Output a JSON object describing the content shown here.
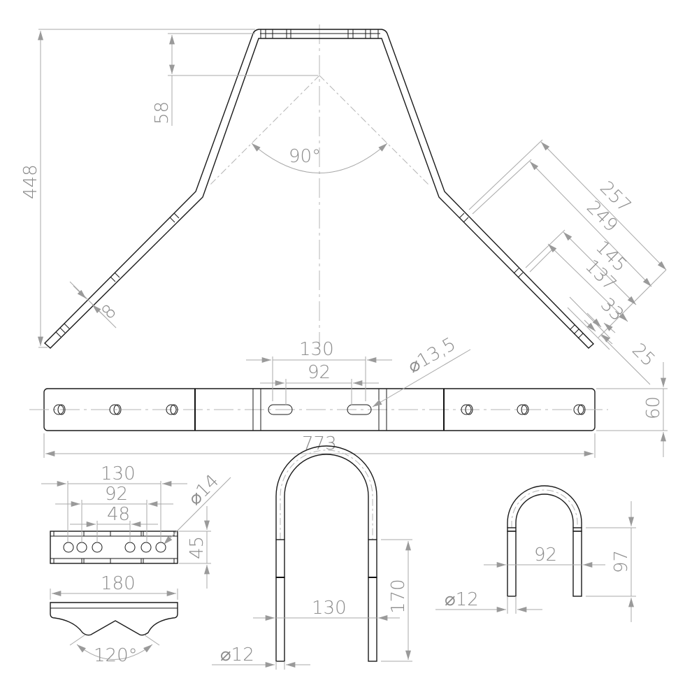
{
  "drawing": {
    "type": "technical drawing",
    "background": "#ffffff",
    "line_color": "#1a1a1a",
    "dimension_color": "#8c8c8c"
  },
  "views": {
    "bent_bracket": {
      "dims": {
        "overall_height": "448",
        "top_offset": "58",
        "bend_angle": "90°",
        "thickness": "8",
        "outer_length": "257",
        "inner_length": "249",
        "outer_segment": "145",
        "inner_segment": "137",
        "end_outer": "33",
        "end_inner": "25"
      }
    },
    "flat_bar": {
      "dims": {
        "slot_span": "130",
        "slot_inner": "92",
        "slot_diameter": "⌀13,5",
        "overall_length": "773",
        "width": "60"
      }
    },
    "clamp_plate_top": {
      "dims": {
        "outer": "130",
        "middle": "92",
        "inner": "48",
        "hole_diameter": "⌀14",
        "height": "45"
      }
    },
    "clamp_plate_side": {
      "dims": {
        "width": "180",
        "v_angle": "120°"
      }
    },
    "u_bolt_large": {
      "dims": {
        "leg_spacing": "130",
        "leg_length": "170",
        "rod_diameter": "⌀12"
      }
    },
    "u_bolt_small": {
      "dims": {
        "leg_spacing": "92",
        "leg_length": "97",
        "rod_diameter": "⌀12"
      }
    }
  }
}
